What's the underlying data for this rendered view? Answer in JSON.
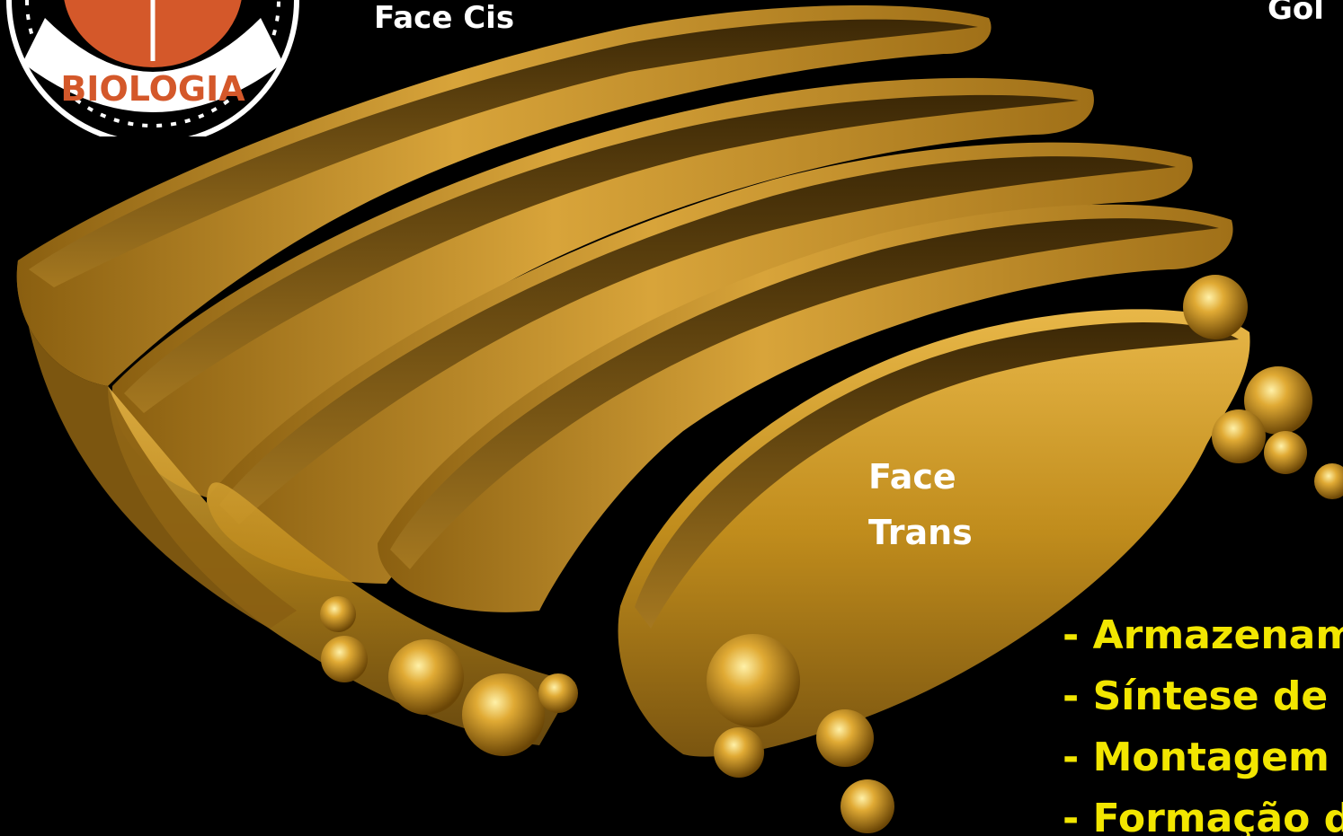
{
  "labels": {
    "face_cis": "Face Cis",
    "face_trans_line1": "Face",
    "face_trans_line2": "Trans",
    "corner_title": "Gol"
  },
  "logo": {
    "text": "BIOLOGIA"
  },
  "functions": [
    "- Armazenam",
    "- Síntese de P",
    "- Montagem",
    "- Formação d"
  ],
  "colors": {
    "background": "#000000",
    "golgi": "#c8961e",
    "golgi_highlight": "#f0c050",
    "golgi_shadow": "#6a4a08",
    "function_text": "#f2e600",
    "label_text": "#ffffff",
    "logo_orange": "#d4582a"
  }
}
